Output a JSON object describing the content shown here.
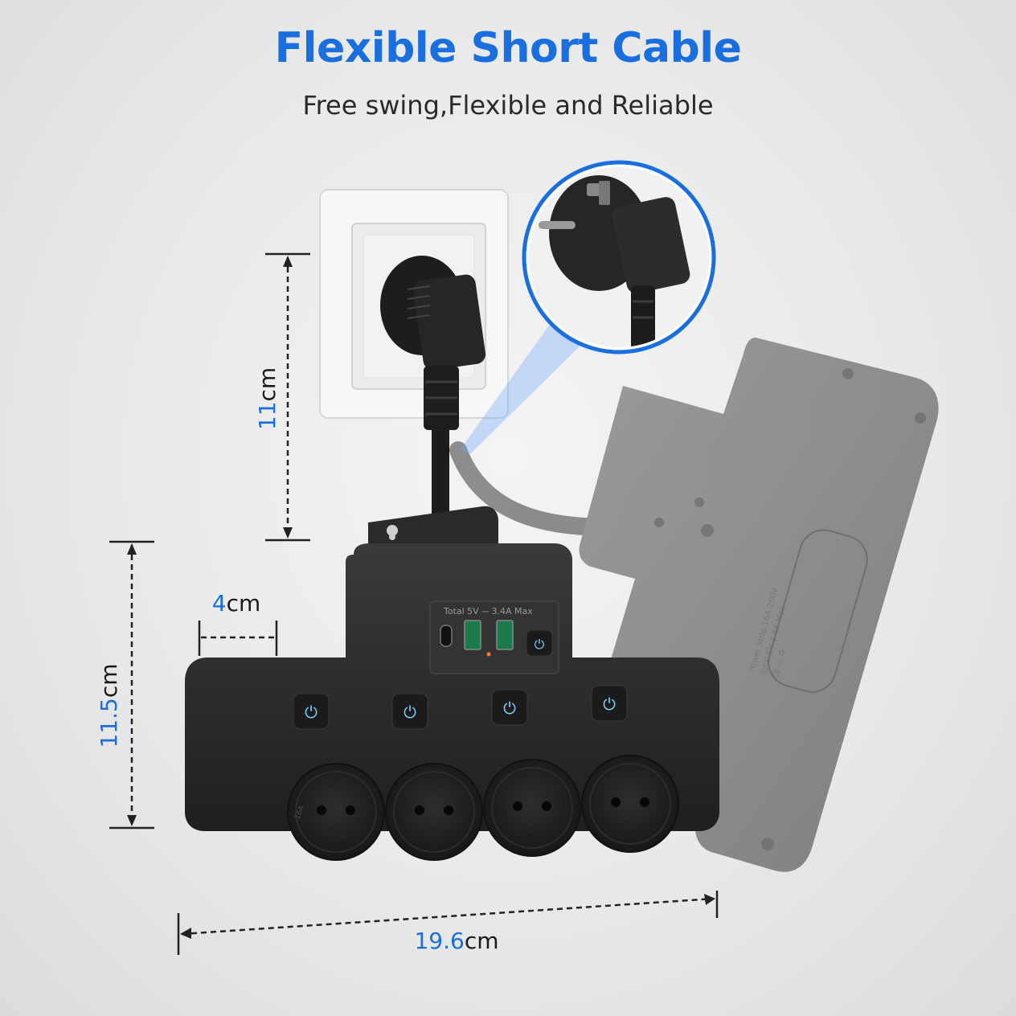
{
  "header": {
    "title": "Flexible Short Cable",
    "subtitle": "Free swing,Flexible and Reliable"
  },
  "dimensions": {
    "cable_length": {
      "value": "11",
      "unit": "cm"
    },
    "height": {
      "value": "11.5",
      "unit": "cm"
    },
    "socket_spacing": {
      "value": "4",
      "unit": "cm"
    },
    "width": {
      "value": "19.6",
      "unit": "cm"
    }
  },
  "product": {
    "usb_label": "Total 5V ⎓ 3.4A Max",
    "socket_rating_a": "16A",
    "socket_rating_v": "250V",
    "ports": [
      "usb-c-port",
      "usb-a-port",
      "usb-a-port"
    ],
    "outlet_count": 4
  },
  "colors": {
    "accent": "#1a6fe0",
    "dim_value": "#1a6fe0",
    "dim_unit": "#1a1a1a",
    "device": "#2b2b2b",
    "indicator": "#7fd4ff"
  }
}
